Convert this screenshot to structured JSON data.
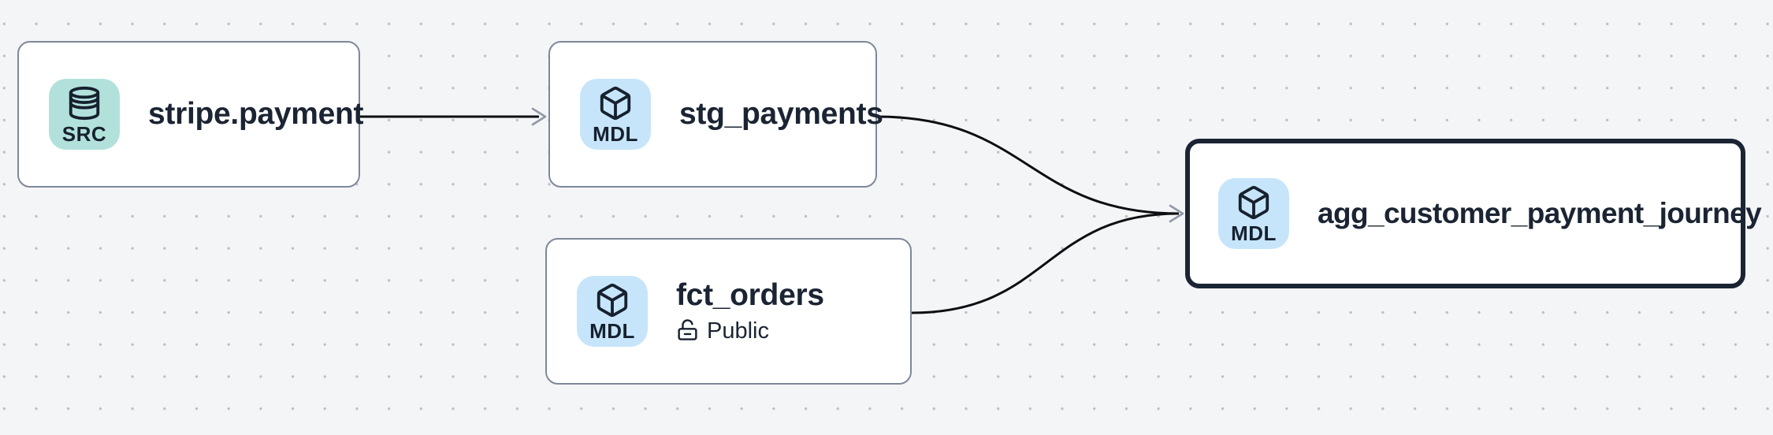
{
  "graph": {
    "type": "data-lineage-dag",
    "nodes": [
      {
        "id": "stripe.payment",
        "title": "stripe.payment",
        "badge": "SRC",
        "icon": "database-icon",
        "kind": "source",
        "selected": false
      },
      {
        "id": "stg_payments",
        "title": "stg_payments",
        "badge": "MDL",
        "icon": "cube-icon",
        "kind": "model",
        "selected": false
      },
      {
        "id": "fct_orders",
        "title": "fct_orders",
        "badge": "MDL",
        "icon": "cube-icon",
        "kind": "model",
        "access": "Public",
        "access_icon": "lock-open-icon",
        "selected": false
      },
      {
        "id": "agg_customer_payment_journey",
        "title": "agg_customer_payment_journey",
        "badge": "MDL",
        "icon": "cube-icon",
        "kind": "model",
        "selected": true
      }
    ],
    "edges": [
      {
        "from": "stripe.payment",
        "to": "stg_payments"
      },
      {
        "from": "stg_payments",
        "to": "agg_customer_payment_journey"
      },
      {
        "from": "fct_orders",
        "to": "agg_customer_payment_journey"
      }
    ],
    "colors": {
      "canvas_background": "#f4f5f7",
      "canvas_dots": "#b9bfc9",
      "node_background": "#ffffff",
      "node_border": "#7e8899",
      "selected_node_border": "#1a2433",
      "title_text": "#1b2433",
      "source_badge_background": "#b2e1db",
      "model_badge_background": "#c7e5fa",
      "edge_stroke": "#0c0e12",
      "arrowhead_stroke": "#8f98a6"
    }
  }
}
